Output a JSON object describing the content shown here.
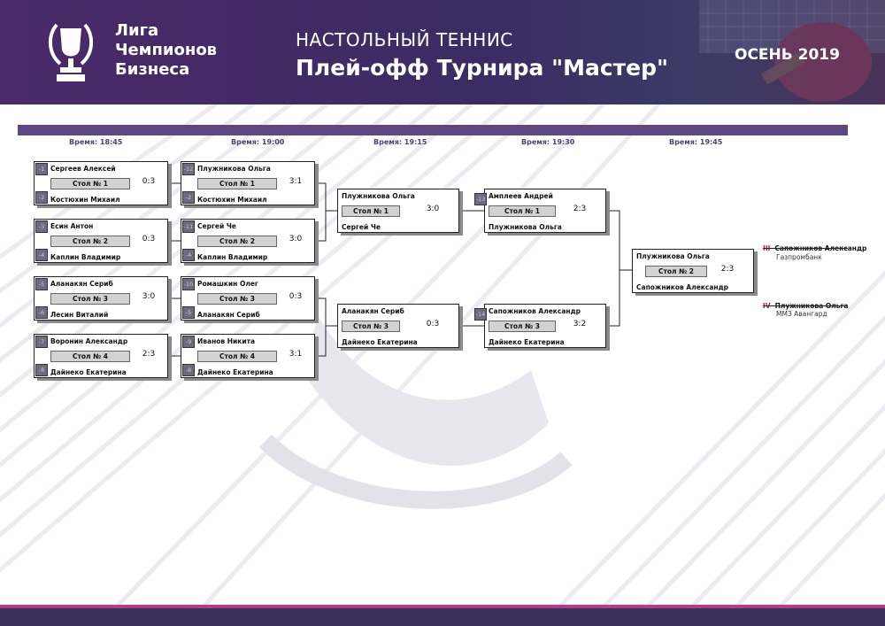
{
  "header": {
    "league_lines": [
      "Лига",
      "Чемпионов",
      "Бизнеса"
    ],
    "sport": "НАСТОЛЬНЫЙ ТЕННИС",
    "tournament": "Плей-офф Турнира \"Мастер\"",
    "season": "ОСЕНЬ 2019"
  },
  "times": [
    "Время: 18:45",
    "Время: 19:00",
    "Время: 19:15",
    "Время: 19:30",
    "Время: 19:45"
  ],
  "matches": [
    {
      "p1": "Сергеев Алексей",
      "p2": "Костюхин Михаил",
      "table": "Стол № 1",
      "score": "0:3",
      "n1": "-1",
      "n2": "-2"
    },
    {
      "p1": "Есин Антон",
      "p2": "Каплин Владимир",
      "table": "Стол № 2",
      "score": "0:3",
      "n1": "-3",
      "n2": "-4"
    },
    {
      "p1": "Аланакян Сериб",
      "p2": "Лесин Виталий",
      "table": "Стол № 3",
      "score": "3:0",
      "n1": "-5",
      "n2": "-6"
    },
    {
      "p1": "Воронин Александр",
      "p2": "Дайнеко Екатерина",
      "table": "Стол № 4",
      "score": "2:3",
      "n1": "-7",
      "n2": "-8"
    },
    {
      "p1": "Плужникова Ольга",
      "p2": "Костюхин Михаил",
      "table": "Стол № 1",
      "score": "3:1",
      "n1": "-12",
      "n2": "-2"
    },
    {
      "p1": "Сергей Че",
      "p2": "Каплин Владимир",
      "table": "Стол № 2",
      "score": "3:0",
      "n1": "-11",
      "n2": "-4"
    },
    {
      "p1": "Ромашкин Олег",
      "p2": "Аланакян Сериб",
      "table": "Стол № 3",
      "score": "0:3",
      "n1": "-10",
      "n2": "-5"
    },
    {
      "p1": "Иванов Никита",
      "p2": "Дайнеко Екатерина",
      "table": "Стол № 4",
      "score": "3:1",
      "n1": "-9",
      "n2": "-8"
    },
    {
      "p1": "Плужникова Ольга",
      "p2": "Сергей Че",
      "table": "Стол № 1",
      "score": "3:0"
    },
    {
      "p1": "Аланакян Сериб",
      "p2": "Дайнеко Екатерина",
      "table": "Стол № 3",
      "score": "0:3"
    },
    {
      "p1": "Амплеев Андрей",
      "p2": "Плужникова Ольга",
      "table": "Стол № 1",
      "score": "2:3",
      "n1": "-13"
    },
    {
      "p1": "Сапожников Александр",
      "p2": "Дайнеко Екатерина",
      "table": "Стол № 3",
      "score": "3:2",
      "n1": "-14"
    },
    {
      "p1": "Плужникова Ольга",
      "p2": "Сапожников Александр",
      "table": "Стол № 2",
      "score": "2:3"
    }
  ],
  "places": [
    {
      "roman": "III",
      "name": "Сапожников Александр",
      "club": "Газпромбанк"
    },
    {
      "roman": "IV",
      "name": "Плужникова Ольга",
      "club": "ММЗ Авангард"
    }
  ],
  "colors": {
    "header": "#3c2b63",
    "accent": "#b73c86",
    "bar": "#5e4680",
    "place": "#c0203a"
  }
}
